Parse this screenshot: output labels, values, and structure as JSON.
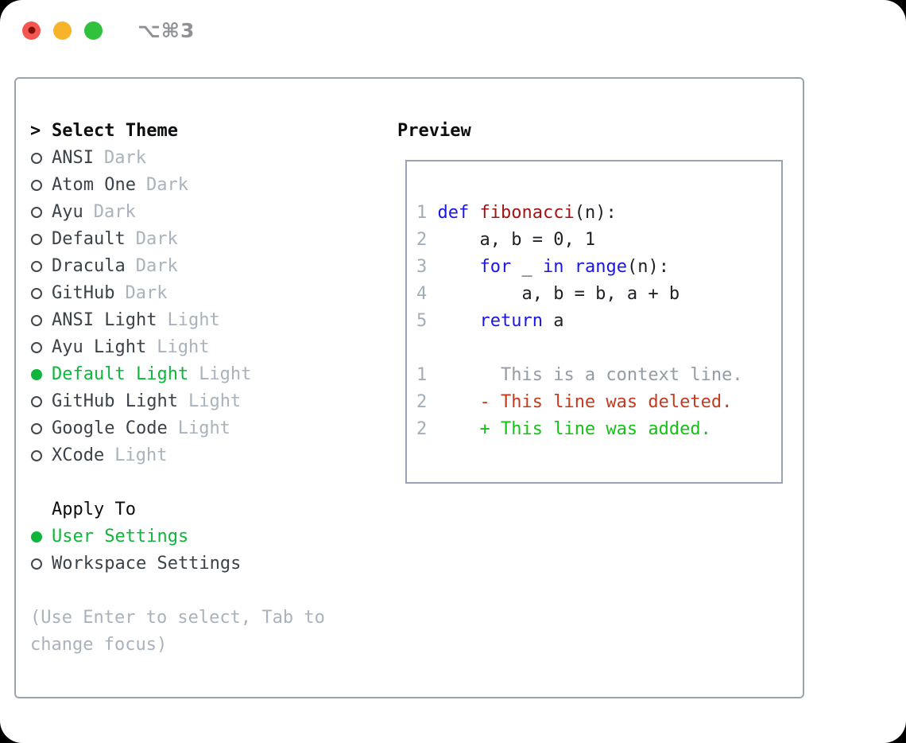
{
  "titlebar": {
    "shortcut": "⌥⌘3",
    "buttons": [
      {
        "name": "close",
        "color": "#f4574f",
        "has_inner_dot": true
      },
      {
        "name": "minimize",
        "color": "#f7b32a",
        "has_inner_dot": false
      },
      {
        "name": "fullscreen",
        "color": "#31c13c",
        "has_inner_dot": false
      }
    ]
  },
  "theme_panel": {
    "heading_prefix": ">",
    "heading": "Select Theme",
    "items": [
      {
        "label": "ANSI",
        "variant": "Dark",
        "selected": false
      },
      {
        "label": "Atom One",
        "variant": "Dark",
        "selected": false
      },
      {
        "label": "Ayu",
        "variant": "Dark",
        "selected": false
      },
      {
        "label": "Default",
        "variant": "Dark",
        "selected": false
      },
      {
        "label": "Dracula",
        "variant": "Dark",
        "selected": false
      },
      {
        "label": "GitHub",
        "variant": "Dark",
        "selected": false
      },
      {
        "label": "ANSI Light",
        "variant": "Light",
        "selected": false
      },
      {
        "label": "Ayu Light",
        "variant": "Light",
        "selected": false
      },
      {
        "label": "Default Light",
        "variant": "Light",
        "selected": true
      },
      {
        "label": "GitHub Light",
        "variant": "Light",
        "selected": false
      },
      {
        "label": "Google Code",
        "variant": "Light",
        "selected": false
      },
      {
        "label": "XCode",
        "variant": "Light",
        "selected": false
      }
    ],
    "apply_heading": "Apply To",
    "apply_options": [
      {
        "label": "User Settings",
        "selected": true
      },
      {
        "label": "Workspace Settings",
        "selected": false
      }
    ],
    "hint_lines": [
      "(Use Enter to select, Tab to",
      "change focus)"
    ]
  },
  "preview": {
    "heading": "Preview",
    "lines": [
      [
        {
          "t": "1 ",
          "c": "ln"
        },
        {
          "t": "def",
          "c": "kw"
        },
        {
          "t": " ",
          "c": "pl"
        },
        {
          "t": "fibonacci",
          "c": "fn"
        },
        {
          "t": "(n):",
          "c": "pl"
        }
      ],
      [
        {
          "t": "2 ",
          "c": "ln"
        },
        {
          "t": "    a, b = 0, 1",
          "c": "pl"
        }
      ],
      [
        {
          "t": "3 ",
          "c": "ln"
        },
        {
          "t": "    ",
          "c": "pl"
        },
        {
          "t": "for",
          "c": "kw"
        },
        {
          "t": " _ ",
          "c": "pl"
        },
        {
          "t": "in",
          "c": "kw"
        },
        {
          "t": " ",
          "c": "pl"
        },
        {
          "t": "range",
          "c": "kw"
        },
        {
          "t": "(n):",
          "c": "pl"
        }
      ],
      [
        {
          "t": "4 ",
          "c": "ln"
        },
        {
          "t": "        a, b = b, a + b",
          "c": "pl"
        }
      ],
      [
        {
          "t": "5 ",
          "c": "ln"
        },
        {
          "t": "    ",
          "c": "pl"
        },
        {
          "t": "return",
          "c": "kw"
        },
        {
          "t": " a",
          "c": "pl"
        }
      ],
      [],
      [
        {
          "t": "1 ",
          "c": "ln"
        },
        {
          "t": "      This is a context line.",
          "c": "ctx"
        }
      ],
      [
        {
          "t": "2 ",
          "c": "ln"
        },
        {
          "t": "    ",
          "c": "pl"
        },
        {
          "t": "- This line was deleted.",
          "c": "del"
        }
      ],
      [
        {
          "t": "2 ",
          "c": "ln"
        },
        {
          "t": "    ",
          "c": "pl"
        },
        {
          "t": "+ This line was added.",
          "c": "add"
        }
      ]
    ]
  },
  "colors": {
    "accent-green": "#10b53c",
    "keyword-blue": "#1a16e8",
    "function-red": "#a31515",
    "deleted-red": "#c53a1e",
    "added-green": "#14c114",
    "muted-gray": "#a9b2bd",
    "context-gray": "#939ca6",
    "line-number-gray": "#a2adba",
    "text-dark": "#3c4249",
    "border-gray": "#9aa3b1"
  }
}
